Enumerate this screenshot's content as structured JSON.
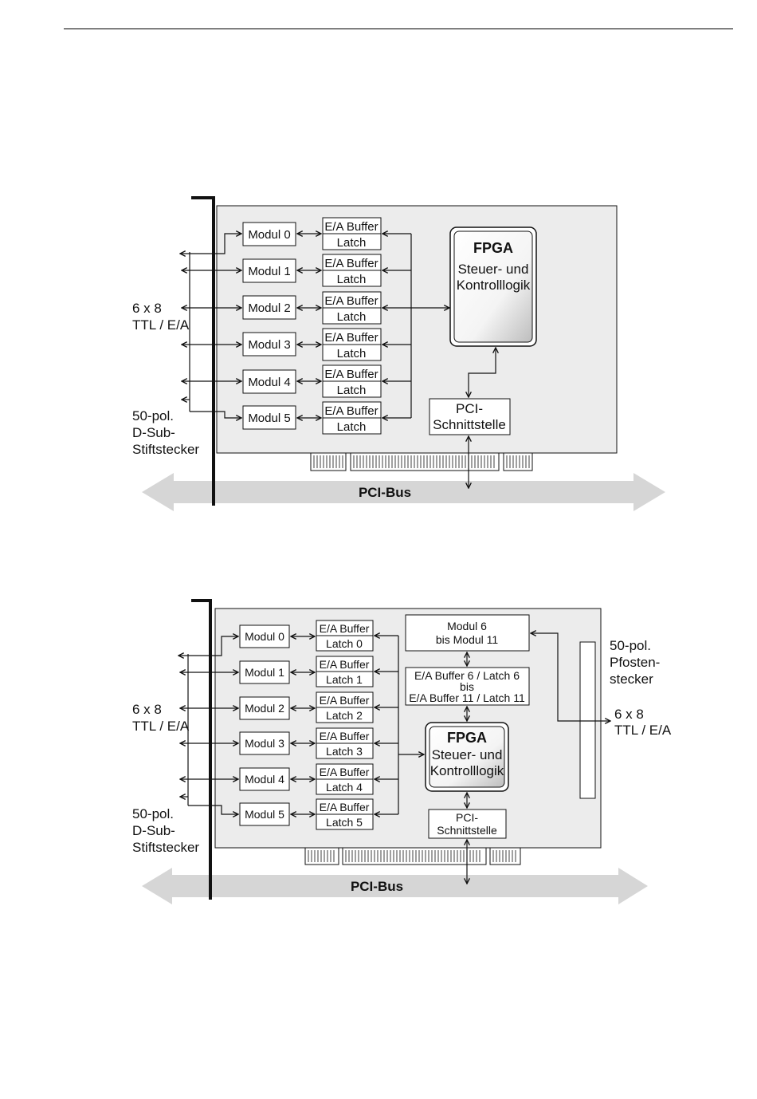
{
  "colors": {
    "board": "#ececec",
    "bus_arrow": "#d6d6d6",
    "line": "#111111",
    "box": "#ffffff"
  },
  "diagram1": {
    "modules": [
      "Modul 0",
      "Modul 1",
      "Modul 2",
      "Modul 3",
      "Modul 4",
      "Modul 5"
    ],
    "buffer_label": "E/A Buffer",
    "latch_label": "Latch",
    "fpga_title": "FPGA",
    "fpga_sub1": "Steuer- und",
    "fpga_sub2": "Kontrolllogik",
    "pci_line1": "PCI-",
    "pci_line2": "Schnittstelle",
    "left_label_1": "6 x 8",
    "left_label_2": "TTL / E/A",
    "connector_1": "50-pol.",
    "connector_2": "D-Sub-",
    "connector_3": "Stiftstecker",
    "bus_label": "PCI-Bus"
  },
  "diagram2": {
    "modules": [
      "Modul 0",
      "Modul 1",
      "Modul 2",
      "Modul 3",
      "Modul 4",
      "Modul 5"
    ],
    "buffer_label": "E/A Buffer",
    "latches": [
      "Latch  0",
      "Latch  1",
      "Latch  2",
      "Latch  3",
      "Latch  4",
      "Latch  5"
    ],
    "module_range_1": "Modul 6",
    "module_range_2": "bis Modul 11",
    "buffer_range_1": "E/A Buffer 6 / Latch 6",
    "buffer_range_2": "bis",
    "buffer_range_3": "E/A Buffer 11 / Latch 11",
    "fpga_title": "FPGA",
    "fpga_sub1": "Steuer- und",
    "fpga_sub2": "Kontrolllogik",
    "pci_line1": "PCI-",
    "pci_line2": "Schnittstelle",
    "left_label_1": "6 x 8",
    "left_label_2": "TTL / E/A",
    "connector_1": "50-pol.",
    "connector_2": "D-Sub-",
    "connector_3": "Stiftstecker",
    "right_label_1": "50-pol.",
    "right_label_2": "Pfosten-",
    "right_label_3": "stecker",
    "right_io_1": "6 x 8",
    "right_io_2": "TTL / E/A",
    "bus_label": "PCI-Bus"
  }
}
